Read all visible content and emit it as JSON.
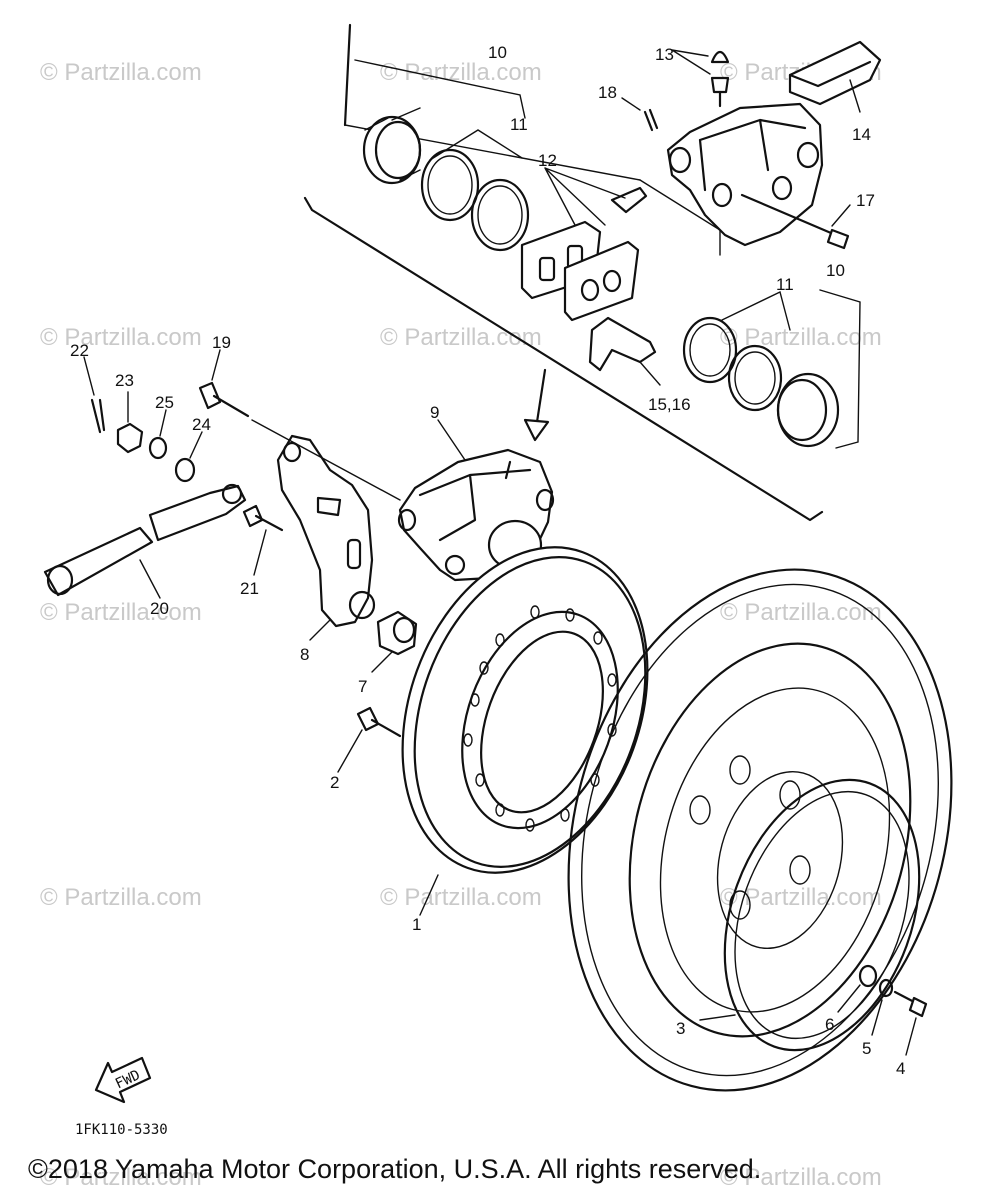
{
  "watermark": "© Partzilla.com",
  "diagram_code": "1FK110-5330",
  "fwd_label": "FWD",
  "copyright": "©2018  Yamaha Motor Corporation, U.S.A. All rights reserved.",
  "callouts": {
    "c1": "1",
    "c2": "2",
    "c3": "3",
    "c4": "4",
    "c5": "5",
    "c6": "6",
    "c7": "7",
    "c8": "8",
    "c9": "9",
    "c10a": "10",
    "c10b": "10",
    "c11a": "11",
    "c11b": "11",
    "c12": "12",
    "c13": "13",
    "c14": "14",
    "c15": "15,16",
    "c17": "17",
    "c18": "18",
    "c19": "19",
    "c20": "20",
    "c21": "21",
    "c22": "22",
    "c23": "23",
    "c24": "24",
    "c25": "25"
  }
}
